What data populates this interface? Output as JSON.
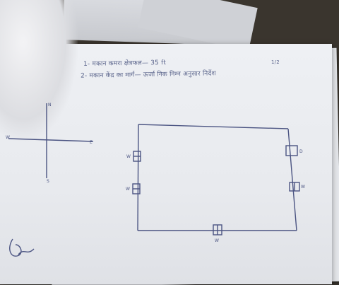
{
  "sheet": {
    "page_number": "1/2",
    "line1": "1- मकान कमरा क्षेत्रफल— 35 ft",
    "line2": "2- मकान केंद्र का मार्ग— ऊर्जा निक निम्न अनुसार निर्देश"
  },
  "axes": {
    "north_label": "N",
    "south_label": "S",
    "east_label": "E",
    "west_label": "W"
  },
  "floor_plan": {
    "left_top_symbol": "W",
    "left_bottom_symbol": "W",
    "right_top_symbol": "D",
    "right_bottom_symbol": "W",
    "bottom_symbol": "W"
  },
  "signature": "signature-mark"
}
